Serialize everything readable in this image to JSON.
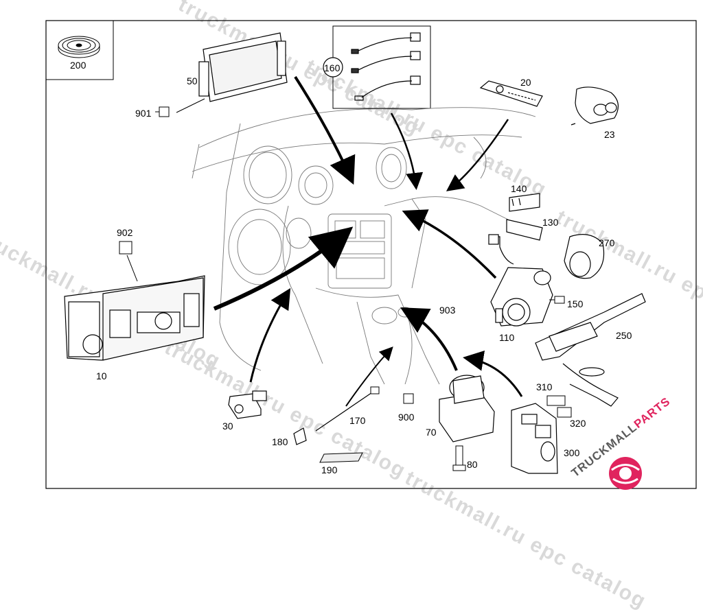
{
  "watermarks": [
    "truckmall.ru epc catalog",
    "truckmall.ru epc catalog",
    "truckmall.ru epc catalog",
    "truckmall.ru epc catalog",
    "truckmall.ru epc catalog",
    "truckmall.ru epc catalog"
  ],
  "brand": {
    "text_main": "TRUCKMALL",
    "text_accent": "PARTS",
    "accent_color": "#e0245e"
  },
  "parts": {
    "p200": "200",
    "p50": "50",
    "p901": "901",
    "p160": "160",
    "p20": "20",
    "p23": "23",
    "p140": "140",
    "p130": "130",
    "p270": "270",
    "p902": "902",
    "p10": "10",
    "p903": "903",
    "p150": "150",
    "p110": "110",
    "p250": "250",
    "p30": "30",
    "p170": "170",
    "p180": "180",
    "p190": "190",
    "p900": "900",
    "p70": "70",
    "p80": "80",
    "p310": "310",
    "p320": "320",
    "p300": "300"
  }
}
